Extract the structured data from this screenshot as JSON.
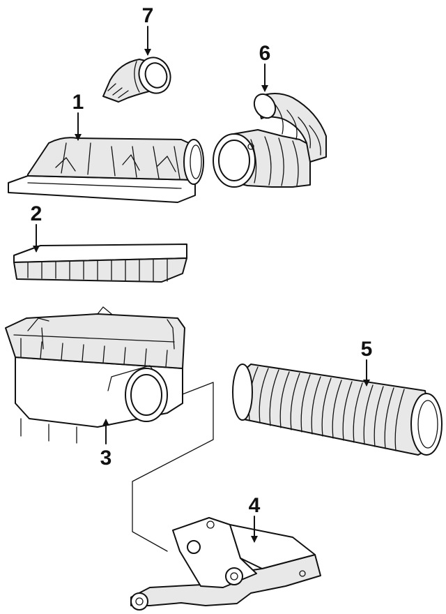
{
  "callouts": [
    "1",
    "2",
    "3",
    "4",
    "5",
    "6",
    "7"
  ],
  "colors": {
    "ink": "#111111",
    "paper": "#ffffff",
    "shade": "#e8e8e8"
  }
}
